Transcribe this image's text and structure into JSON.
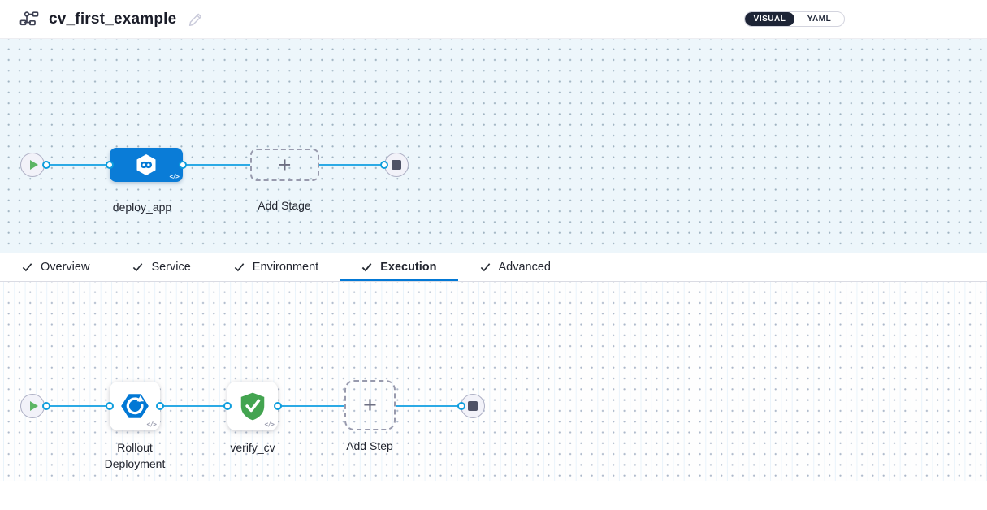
{
  "header": {
    "title": "cv_first_example",
    "view_toggle": {
      "visual": "VISUAL",
      "yaml": "YAML",
      "selected": "VISUAL"
    }
  },
  "stage_pipeline": {
    "stage": {
      "label": "deploy_app",
      "icon": "cd-infinity-hexagon-icon",
      "code_badge": "</>"
    },
    "add_stage": {
      "label": "Add Stage",
      "plus": "+"
    },
    "start_node": "play",
    "end_node": "stop"
  },
  "tabs": {
    "items": [
      {
        "label": "Overview",
        "checked": true,
        "active": false
      },
      {
        "label": "Service",
        "checked": true,
        "active": false
      },
      {
        "label": "Environment",
        "checked": true,
        "active": false
      },
      {
        "label": "Execution",
        "checked": true,
        "active": true
      },
      {
        "label": "Advanced",
        "checked": true,
        "active": false
      }
    ]
  },
  "step_pipeline": {
    "steps": [
      {
        "label": "Rollout Deployment",
        "icon": "rollout-deployment-icon",
        "code_badge": "</>"
      },
      {
        "label": "verify_cv",
        "icon": "shield-check-icon",
        "code_badge": "</>"
      }
    ],
    "add_step": {
      "label": "Add Step",
      "plus": "+"
    }
  },
  "colors": {
    "accent_blue": "#0278d5",
    "connector_blue": "#2caae5",
    "stage_fill": "#0a7cd7",
    "success_green": "#43a450",
    "toggle_dark": "#1d2436",
    "canvas_tint": "#edf6fb"
  }
}
